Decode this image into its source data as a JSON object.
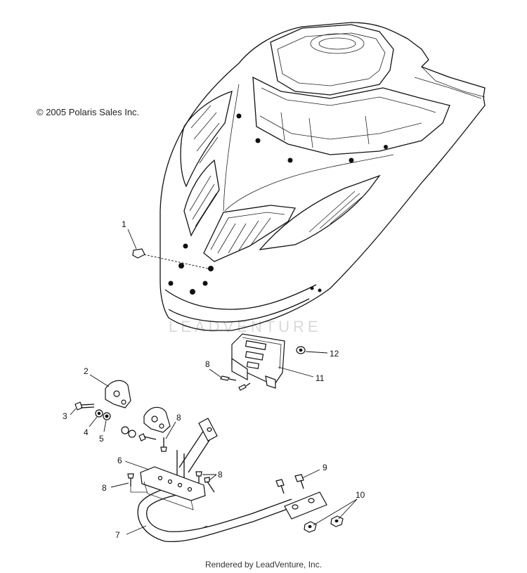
{
  "copyright": "© 2005 Polaris Sales Inc.",
  "footer": "Rendered by LeadVenture, Inc.",
  "watermark": "LEADVENTURE",
  "callouts": [
    {
      "id": "1",
      "label": "1"
    },
    {
      "id": "2",
      "label": "2"
    },
    {
      "id": "3",
      "label": "3"
    },
    {
      "id": "4",
      "label": "4"
    },
    {
      "id": "5",
      "label": "5"
    },
    {
      "id": "6",
      "label": "6"
    },
    {
      "id": "7",
      "label": "7"
    },
    {
      "id": "8a",
      "label": "8"
    },
    {
      "id": "8b",
      "label": "8"
    },
    {
      "id": "8c",
      "label": "8"
    },
    {
      "id": "8d",
      "label": "8"
    },
    {
      "id": "9",
      "label": "9"
    },
    {
      "id": "10",
      "label": "10"
    },
    {
      "id": "11",
      "label": "11"
    },
    {
      "id": "12",
      "label": "12"
    }
  ]
}
